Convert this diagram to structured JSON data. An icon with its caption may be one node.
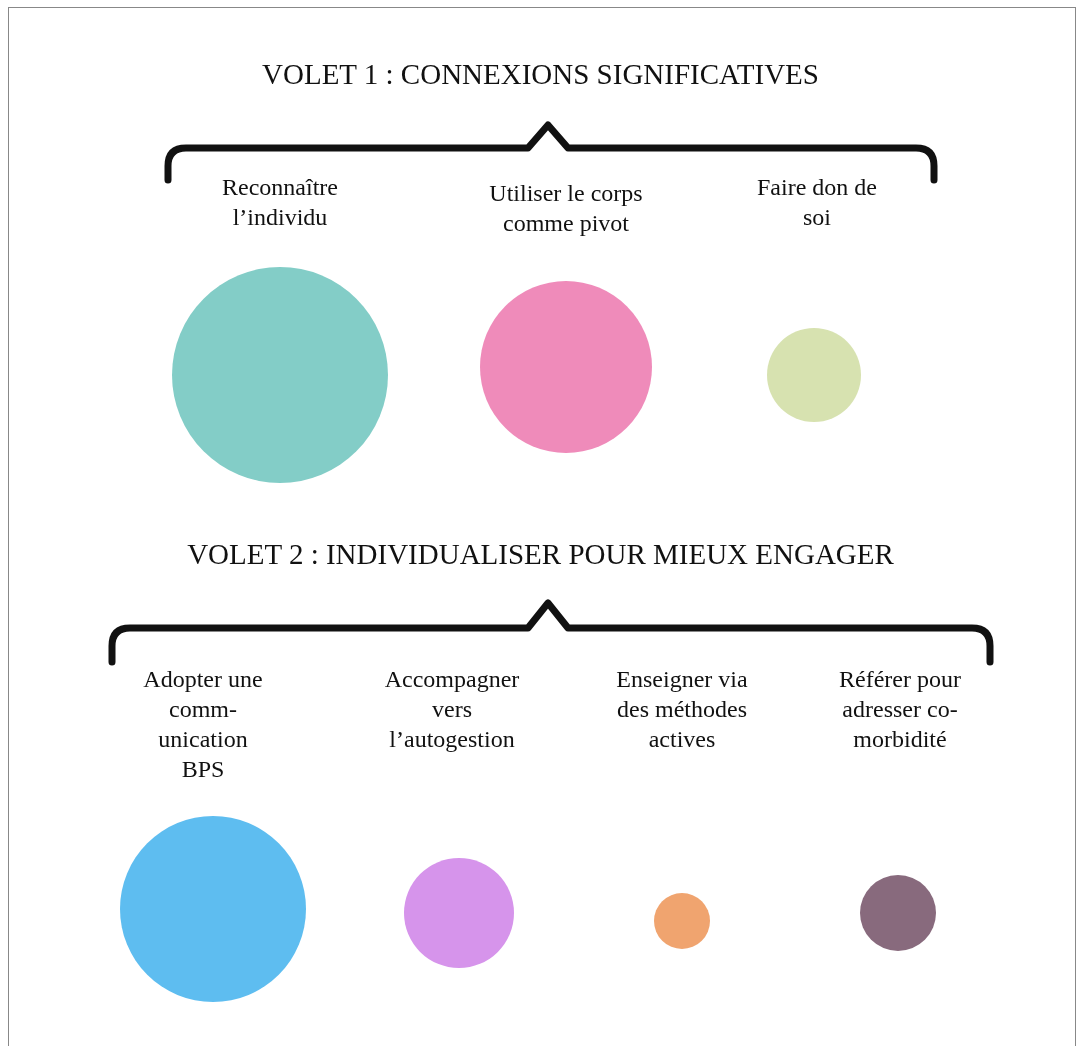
{
  "diagram": {
    "nodes": [
      {
        "text": [],
        "shape": "circle"
      },
      {
        "text": [],
        "shape": "circle"
      },
      {
        "text": [],
        "shape": "circle"
      },
      {
        "text": [],
        "shape": "circle"
      },
      {
        "text": [],
        "shape": "circle"
      },
      {
        "text": [],
        "shape": "circle"
      },
      {
        "text": [],
        "shape": "circle"
      }
    ],
    "edges": [],
    "labels": [
      "VOLET 1 : CONNEXIONS SIGNIFICATIVES",
      "Reconnaître l’individu",
      "Utiliser le corps comme pivot",
      "Faire don de soi",
      "VOLET 2 : INDIVIDUALISER POUR MIEUX ENGAGER",
      "Adopter une comm- unication BPS",
      "Accompagner vers l’autogestion",
      "Enseigner via des méthodes actives",
      "Référer pour adresser co-morbidité"
    ]
  }
}
